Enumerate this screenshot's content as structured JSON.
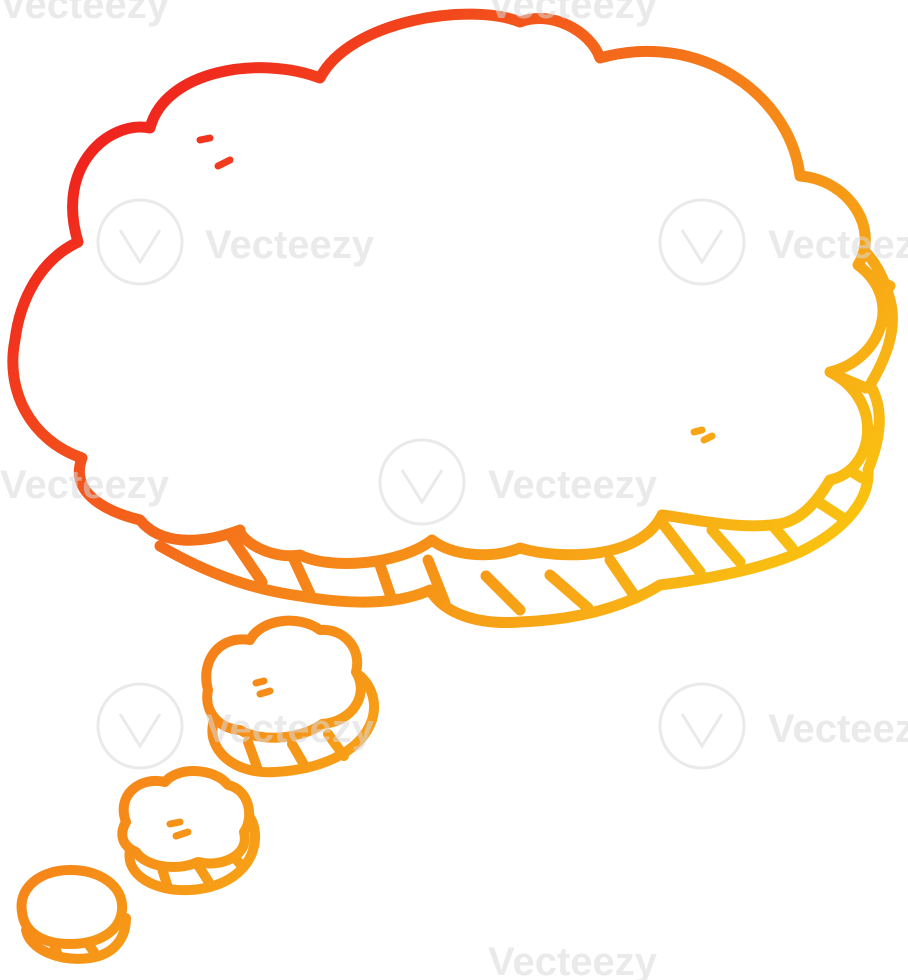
{
  "illustration": {
    "subject": "thought-bubble",
    "style": "cartoon line drawing",
    "gradient_colors": [
      "#f01e1e",
      "#f57a1a",
      "#f8b414",
      "#ffee00"
    ]
  },
  "watermark": {
    "text": "Vecteezy"
  }
}
